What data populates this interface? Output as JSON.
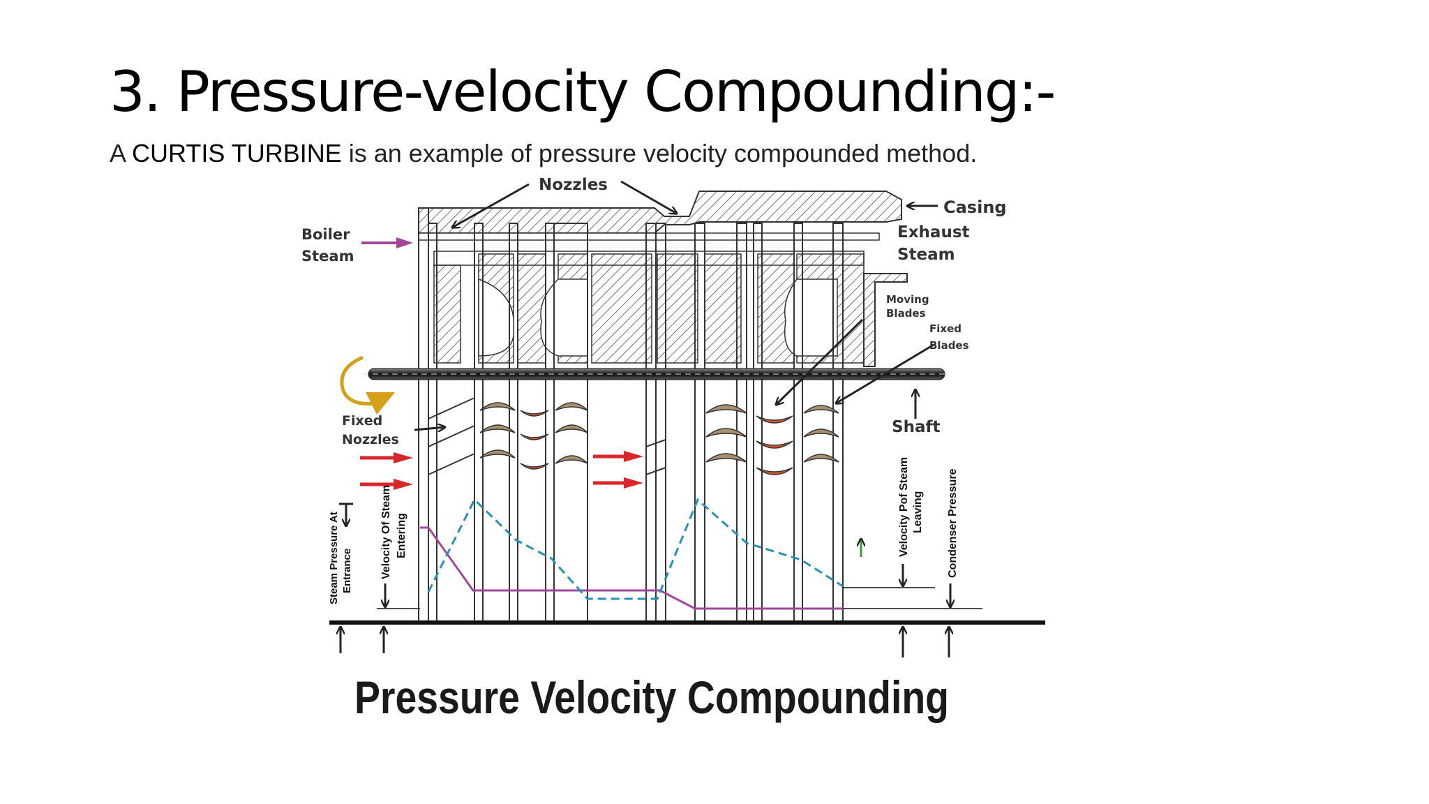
{
  "slide": {
    "title": "3. Pressure-velocity Compounding:-",
    "subtitle": {
      "prefix": "A ",
      "highlight": "CURTIS TURBINE",
      "suffix": " is an example of pressure velocity compounded method."
    }
  },
  "diagram": {
    "labels": {
      "nozzles": "Nozzles",
      "casing": "Casing",
      "exhaust": "Exhaust",
      "steam_exhaust": "Steam",
      "boiler": "Boiler",
      "steam_boiler": "Steam",
      "moving": "Moving",
      "blades_moving": "Blades",
      "fixed": "Fixed",
      "blades_fixed": "Blades",
      "fixed_nozzle": "Fixed",
      "nozzles_fixed": "Nozzles",
      "shaft": "Shaft",
      "steam_pressure_line1": "Steam Pressure At",
      "steam_pressure_line2": "Entrance",
      "velocity_entering_line1": "Velocity Of Steam",
      "velocity_entering_line2": "Entering",
      "velocity_leaving_line1": "Velocity Pof Steam",
      "velocity_leaving_line2": "Leaving",
      "condenser_pressure": "Condenser Pressure",
      "caption": "Pressure Velocity Compounding"
    },
    "colors": {
      "pressure_line": "#a0479a",
      "velocity_line": "#2a8fb8",
      "flow_arrow": "#d9262b",
      "boiler_arrow": "#a0479a",
      "rotation_arrow": "#d4a017",
      "green_arrow": "#3a9a3a",
      "moving_blade": "#e0562a",
      "fixed_blade": "#a89070"
    }
  }
}
